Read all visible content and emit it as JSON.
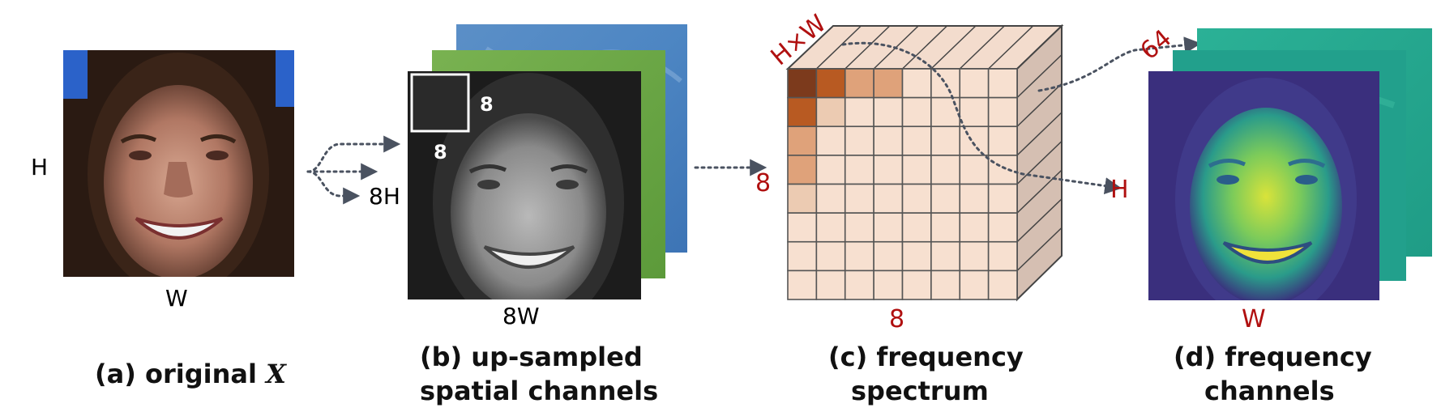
{
  "panels": {
    "original": {
      "label_h": "H",
      "label_w": "W",
      "caption_prefix": "(a) original ",
      "caption_var": "X"
    },
    "upsampled": {
      "label_8h": "8H",
      "label_8w": "8W",
      "block_size_right": "8",
      "block_size_bottom": "8",
      "caption_line1": "(b) up-sampled",
      "caption_line2": "spatial channels"
    },
    "spectrum": {
      "label_hw": "H×W",
      "label_left": "8",
      "label_bottom": "8",
      "caption_line1": "(c) frequency",
      "caption_line2": "spectrum"
    },
    "freq_channels": {
      "label_64": "64",
      "label_h": "H",
      "label_w": "W",
      "caption_line1": "(d) frequency",
      "caption_line2": "channels"
    }
  },
  "colors": {
    "label_red": "#b01010",
    "arrow": "#4a5260",
    "cube_face": "#f7e0d0",
    "cube_side": "#d5bfb2",
    "cube_top": "#f3dccd",
    "spectrum_dark": "#7c3a1c",
    "spectrum_brown": "#b85a22",
    "spectrum_mid": "#dfa27a",
    "spectrum_light": "#eccbb2"
  },
  "icons": [
    "face-photo",
    "grayscale-face",
    "green-channel",
    "blue-channel",
    "viridis-face",
    "teal-channel"
  ]
}
